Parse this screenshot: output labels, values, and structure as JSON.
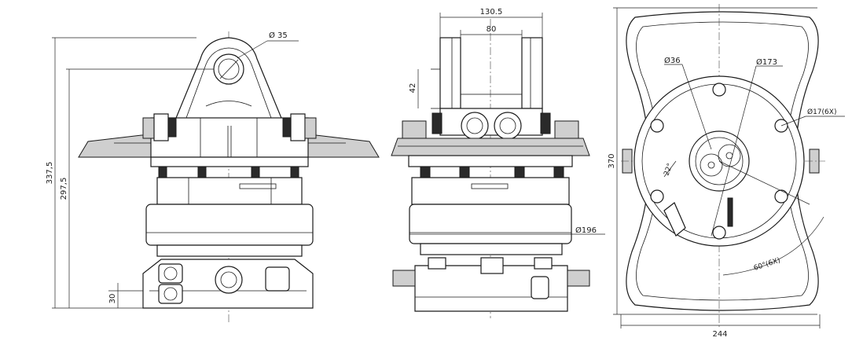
{
  "views": {
    "front": {
      "pin_diameter": "Ø 35",
      "overall_height": "337,5",
      "height_to_pin": "297,5",
      "port_height": "30"
    },
    "side": {
      "bracket_outer_width": "130.5",
      "bracket_inner_width": "80",
      "pin_offset": "42",
      "body_diameter": "Ø196"
    },
    "top": {
      "hub_diameter": "Ø36",
      "bolt_circle_diameter": "Ø173",
      "hole_diameter": "Ø17(6X)",
      "port_angle": "22°",
      "hole_angle": "60°(6X)",
      "overall_length": "370",
      "overall_width": "244"
    }
  },
  "colors": {
    "line": "#1a1a1a",
    "fill_grey": "#cfcfcf",
    "background": "#ffffff"
  }
}
